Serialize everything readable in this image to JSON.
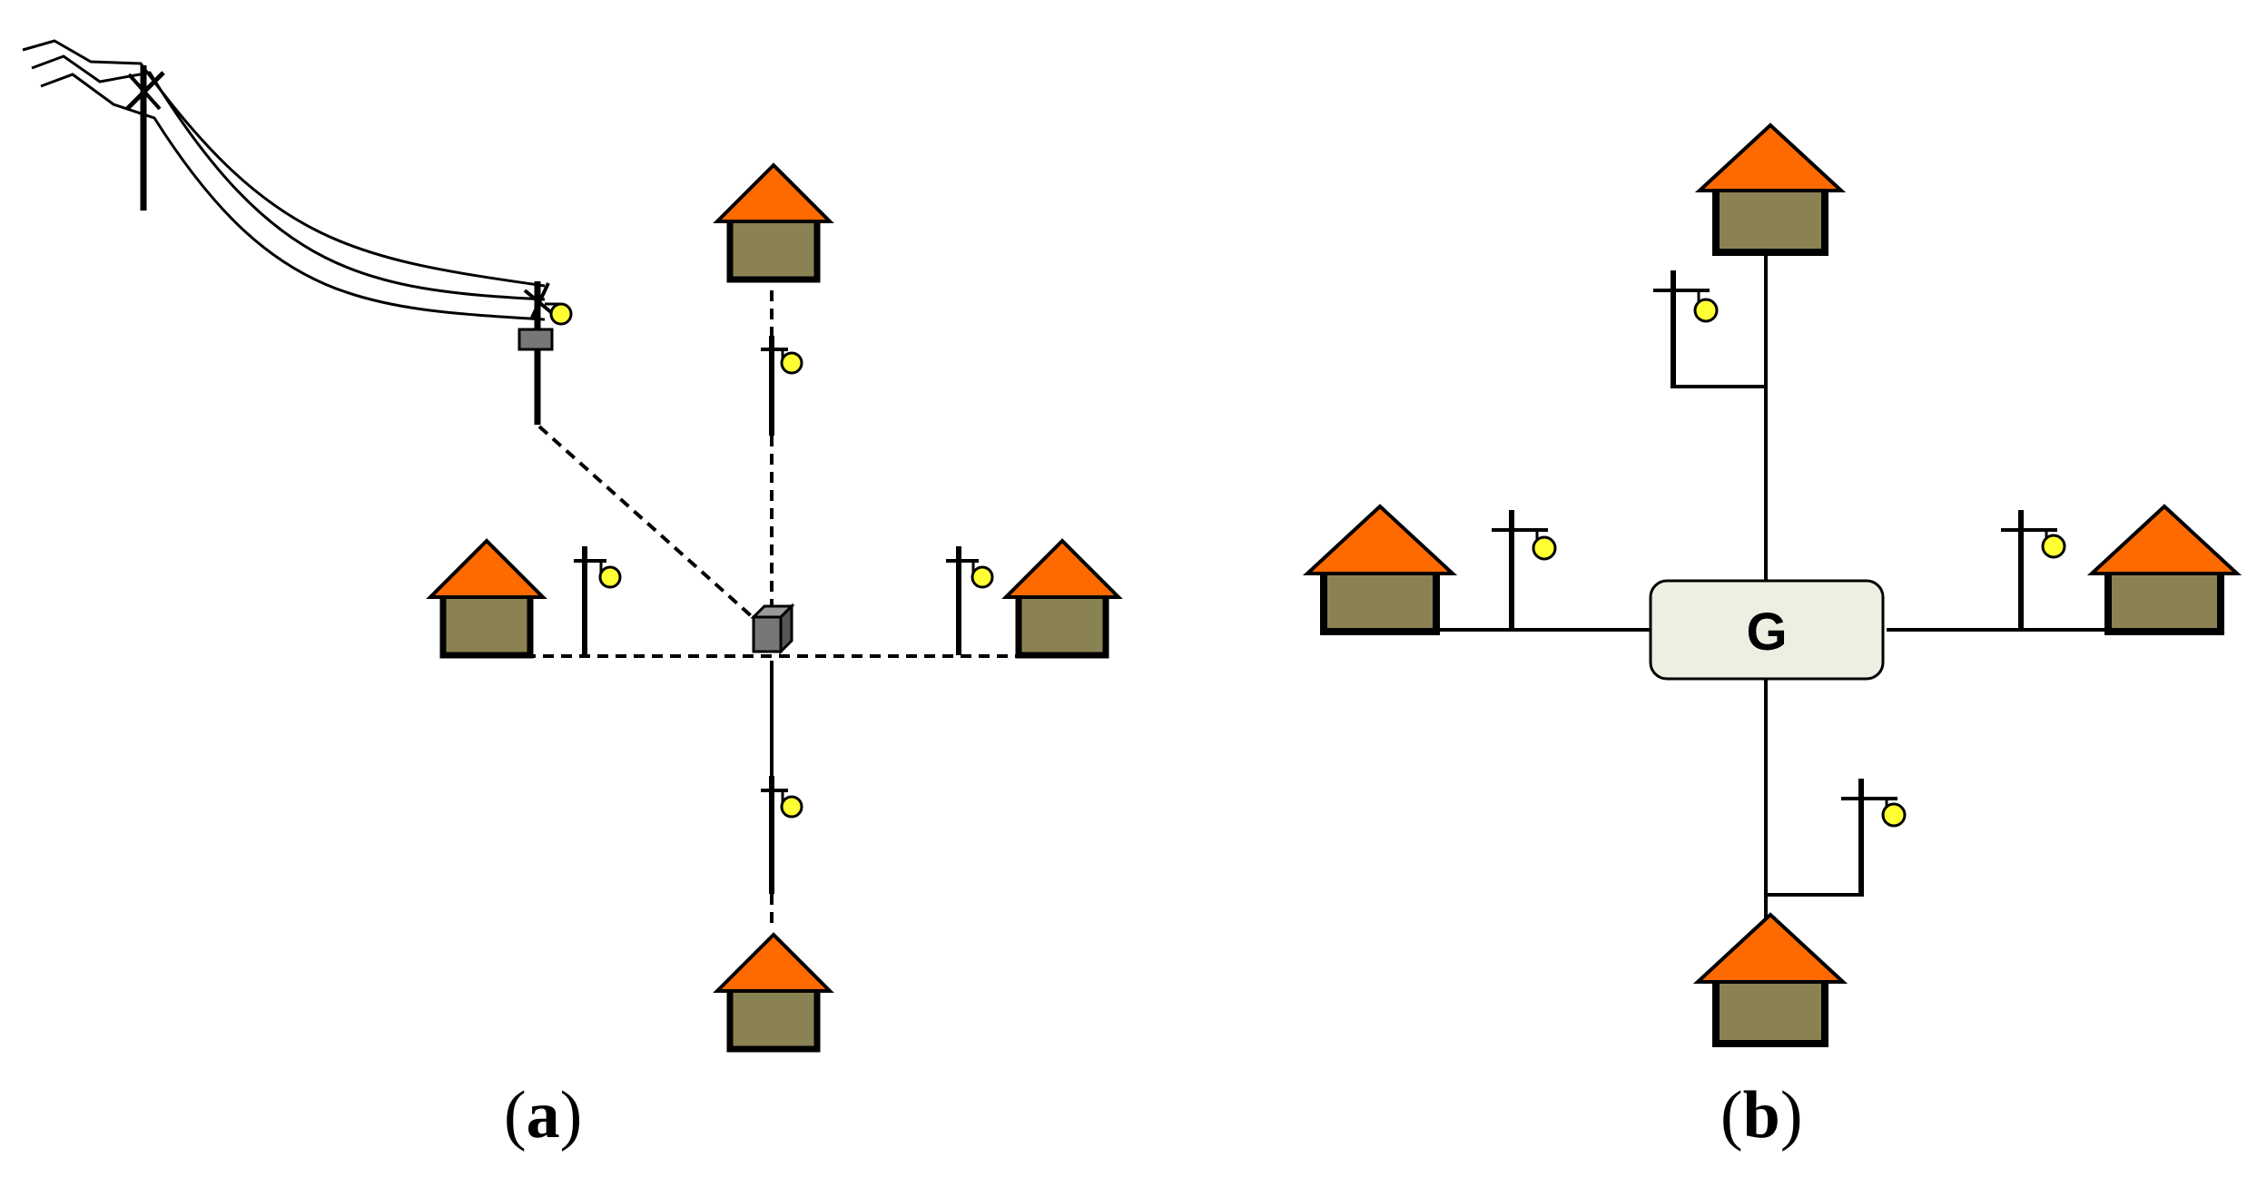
{
  "panels": [
    {
      "id": "a",
      "caption": {
        "open": "(",
        "letter": "a",
        "close": ")"
      }
    },
    {
      "id": "b",
      "caption": {
        "open": "(",
        "letter": "b",
        "close": ")"
      },
      "generator_label": "G"
    }
  ],
  "colors": {
    "roof": "#ff6a00",
    "house_wall": "#8b8254",
    "lamp": "#ffff33",
    "generator_fill": "#efeee3",
    "meter_box": "#777777",
    "line": "#000000"
  },
  "icons": [
    "house-icon",
    "street-lamp-icon",
    "power-pole-icon",
    "meter-box-icon",
    "generator-box"
  ]
}
